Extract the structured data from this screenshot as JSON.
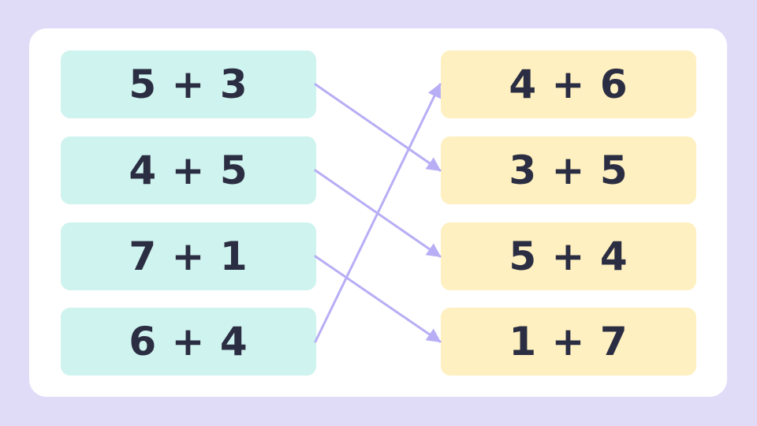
{
  "colors": {
    "background": "#e0dcf8",
    "card": "#ffffff",
    "left_box": "#cff3ee",
    "right_box": "#fef0c0",
    "text": "#2b2d42",
    "arrow": "#b7aef5"
  },
  "left_items": [
    "5 + 3",
    "4 + 5",
    "7 + 1",
    "6 + 4"
  ],
  "right_items": [
    "4 + 6",
    "3 + 5",
    "5 + 4",
    "1 + 7"
  ],
  "matches": [
    {
      "from": 0,
      "to": 1
    },
    {
      "from": 1,
      "to": 2
    },
    {
      "from": 2,
      "to": 3
    },
    {
      "from": 3,
      "to": 0
    }
  ]
}
